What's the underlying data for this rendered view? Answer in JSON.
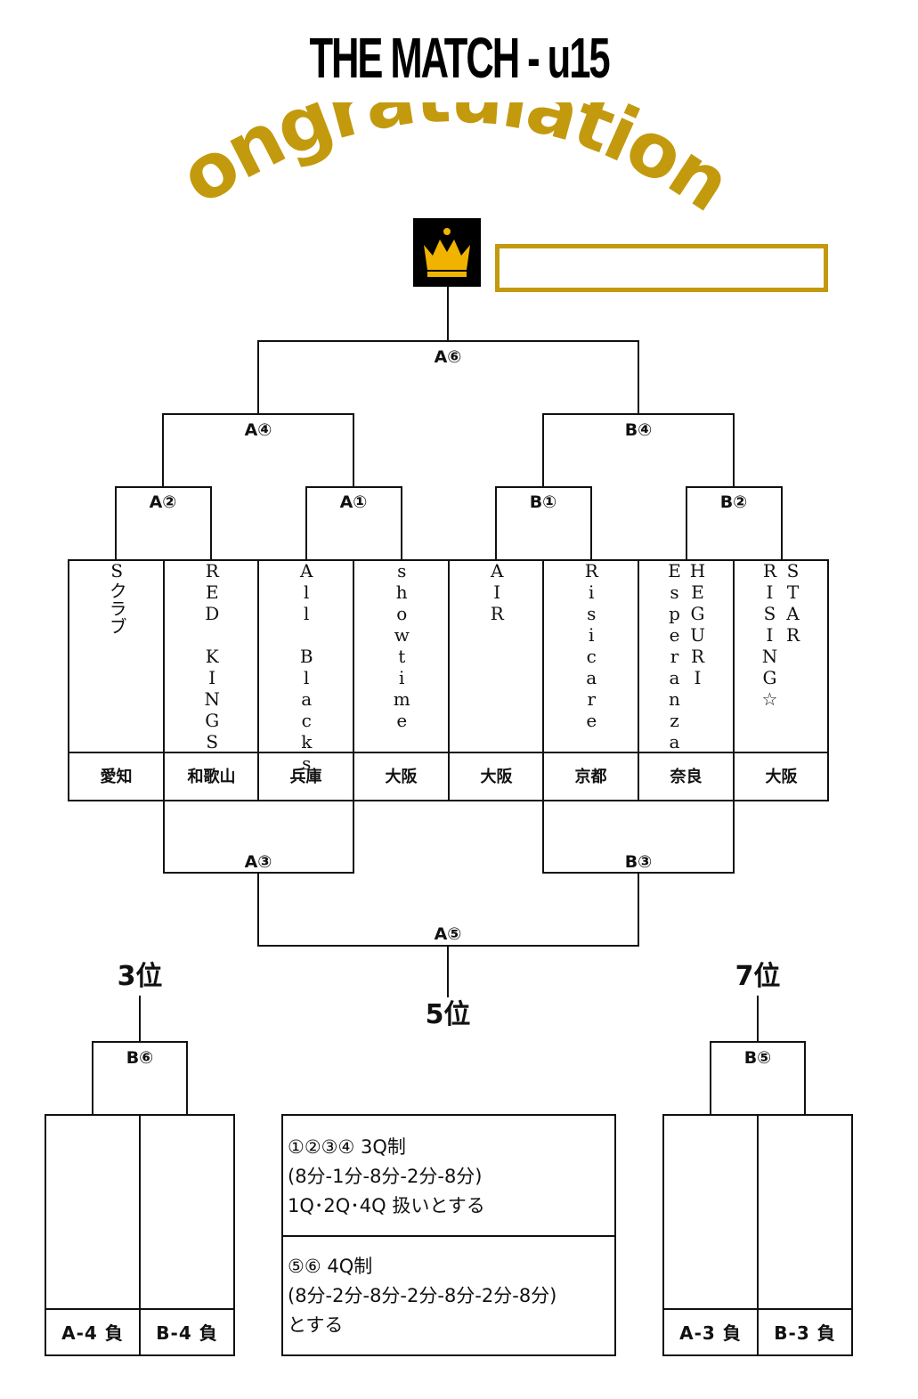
{
  "title": "THE MATCH - u15",
  "banner": "Congratulations",
  "colors": {
    "gold": "#c39a0e",
    "line": "#111111",
    "crown_bg": "#000000",
    "crown": "#f0b400"
  },
  "icons": {
    "crown": "crown-icon"
  },
  "matches": {
    "a6": "A⑥",
    "a4": "A④",
    "b4": "B④",
    "a2": "A②",
    "a1": "A①",
    "b1": "B①",
    "b2": "B②",
    "a3": "A③",
    "b3": "B③",
    "a5": "A⑤",
    "b6": "B⑥",
    "b5": "B⑤"
  },
  "teams": [
    {
      "name": "Sクラブ",
      "prefecture": "愛知"
    },
    {
      "name": "RED KINGS",
      "prefecture": "和歌山"
    },
    {
      "name": "All Blacks",
      "prefecture": "兵庫"
    },
    {
      "name": "showtime",
      "prefecture": "大阪"
    },
    {
      "name": "AIR",
      "prefecture": "大阪"
    },
    {
      "name": "Risicare",
      "prefecture": "京都"
    },
    {
      "name": "HEGURI Esperanza",
      "prefecture": "奈良"
    },
    {
      "name": "STAR RISING☆",
      "prefecture": "大阪"
    }
  ],
  "places": {
    "third": "3位",
    "fifth": "5位",
    "seventh": "7位"
  },
  "consolation": {
    "third_left": "A-4 負",
    "third_right": "B-4 負",
    "seventh_left": "A-3 負",
    "seventh_right": "B-3 負"
  },
  "rules": {
    "block1": [
      "①②③④ 3Q制",
      "(8分-1分-8分-2分-8分)",
      "1Q･2Q･4Q 扱いとする"
    ],
    "block2": [
      "⑤⑥ 4Q制",
      "(8分-2分-8分-2分-8分-2分-8分)",
      "とする"
    ]
  }
}
